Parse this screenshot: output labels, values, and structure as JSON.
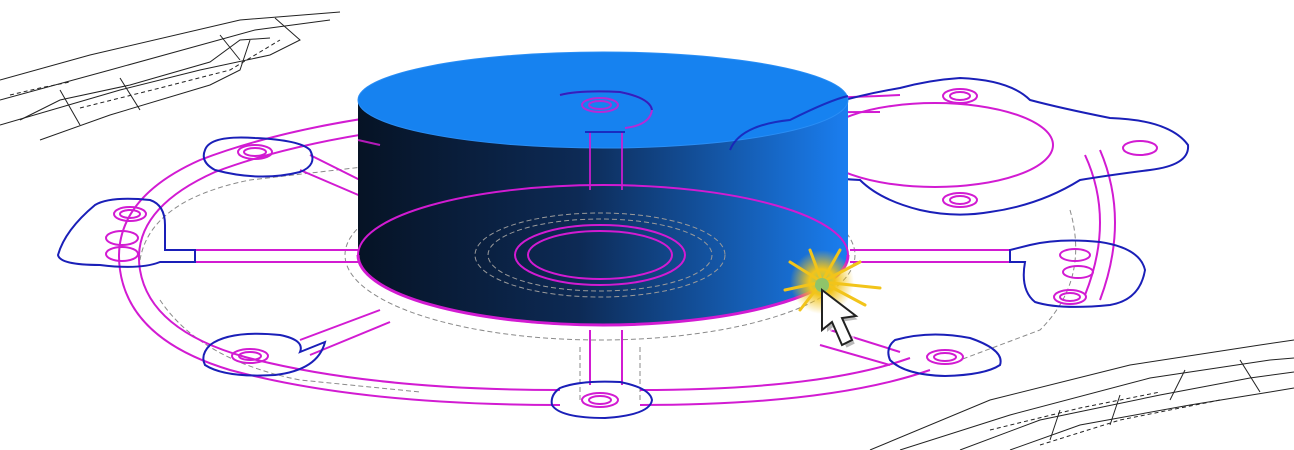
{
  "viewport": {
    "name": "cad-3d-viewport",
    "description_text": ""
  },
  "colors": {
    "background": "#ffffff",
    "sketch_blue": "#1a1fb8",
    "sketch_magenta": "#d21bd2",
    "hidden_gray": "#7a7a7a",
    "cylinder_top": "#1682f0",
    "cylinder_body_dark": "#0b1a33",
    "cylinder_body_light": "#1778e8",
    "cursor_spark": "#f0c020",
    "reference_lines": "#222222"
  },
  "model": {
    "feature": "extruded-cylinder",
    "selected_edge": "cylinder-bottom-edge",
    "cursor_state": "edge-highlight"
  },
  "icons": {
    "cursor": "arrow-pointer-icon",
    "selection_flash": "spark-burst-icon"
  }
}
